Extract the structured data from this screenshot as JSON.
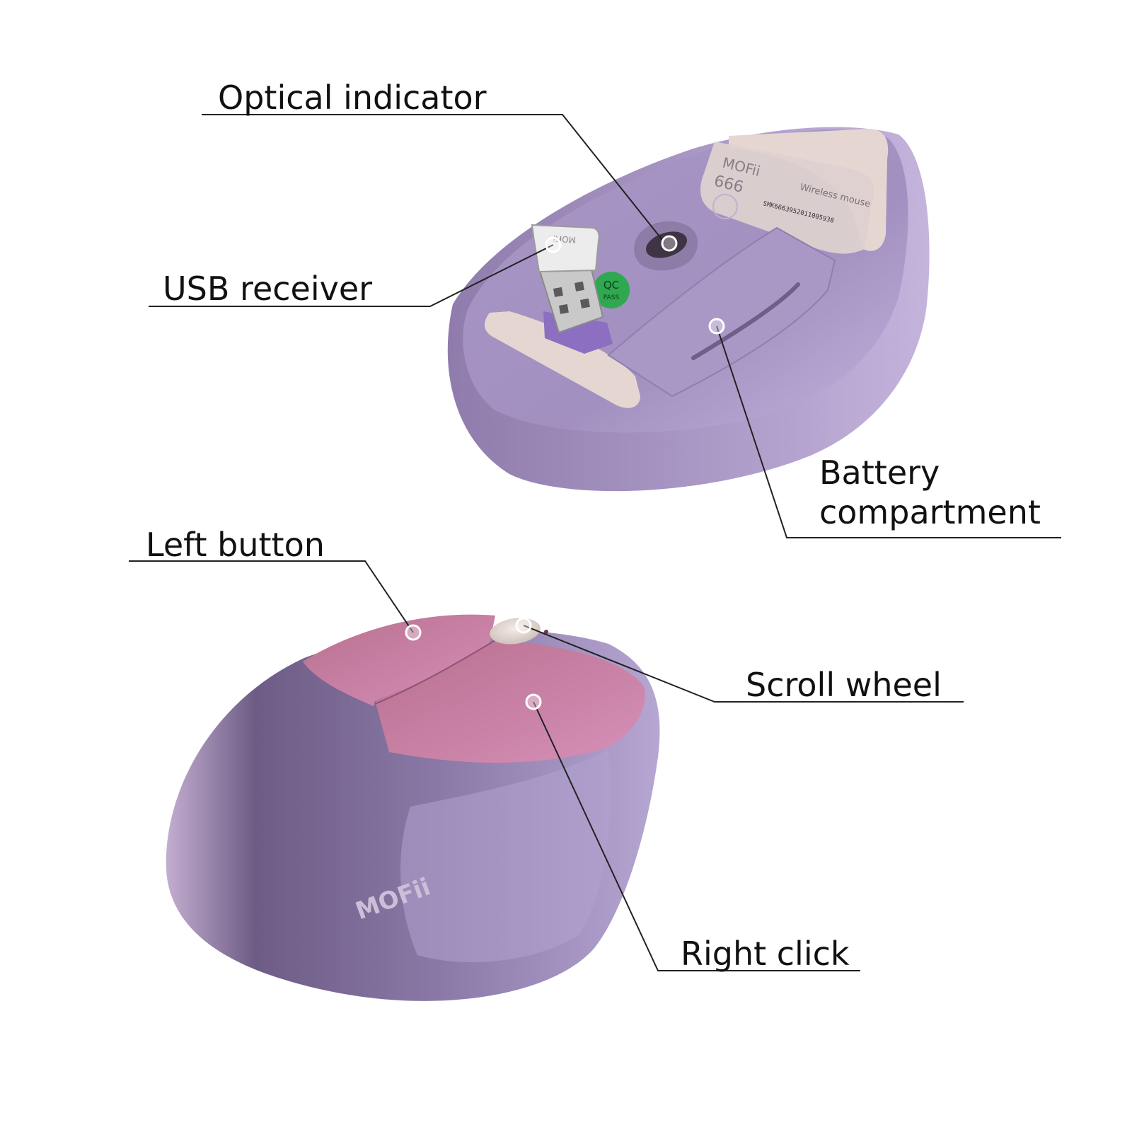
{
  "labels": {
    "optical_indicator": "Optical indicator",
    "usb_receiver": "USB receiver",
    "battery_line1": "Battery",
    "battery_line2": "compartment",
    "left_button": "Left button",
    "scroll_wheel": "Scroll wheel",
    "right_click": "Right click"
  },
  "device": {
    "brand_mark": "MOFii",
    "model_number": "666",
    "product_type": "Wireless mouse",
    "serial_number": "SMK6663952011005938",
    "qc_top": "QC",
    "qc_bottom": "PASS"
  },
  "colors": {
    "body_lavender": "#a898c8",
    "body_shadow": "#7e6a99",
    "button_pink": "#c87aa2",
    "feet_beige": "#e8d8d4",
    "qc_green": "#2fa84f",
    "line": "#222222"
  }
}
